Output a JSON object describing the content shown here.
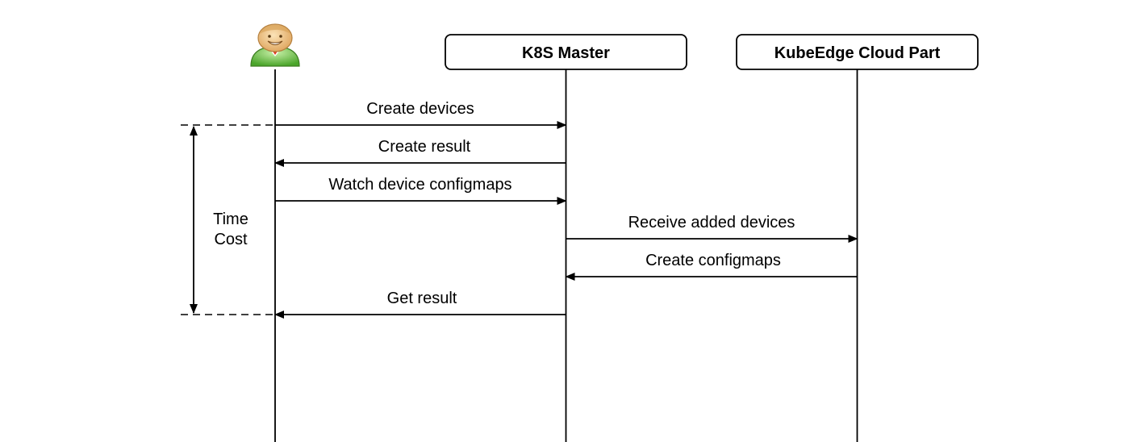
{
  "participants": [
    {
      "id": "user",
      "label": "",
      "icon": "user-avatar-icon"
    },
    {
      "id": "master",
      "label": "K8S Master"
    },
    {
      "id": "cloud",
      "label": "KubeEdge Cloud Part"
    }
  ],
  "messages": [
    {
      "from": "user",
      "to": "master",
      "label": "Create devices"
    },
    {
      "from": "master",
      "to": "user",
      "label": "Create result"
    },
    {
      "from": "user",
      "to": "master",
      "label": "Watch device configmaps"
    },
    {
      "from": "master",
      "to": "cloud",
      "label": "Receive added devices"
    },
    {
      "from": "cloud",
      "to": "master",
      "label": "Create configmaps"
    },
    {
      "from": "master",
      "to": "user",
      "label": "Get result"
    }
  ],
  "time_cost": {
    "line1": "Time",
    "line2": "Cost"
  },
  "colors": {
    "line": "#000000",
    "avatar_face": "#f2c98a",
    "avatar_body": "#7fcf5a",
    "avatar_tie": "#e03a1e"
  }
}
